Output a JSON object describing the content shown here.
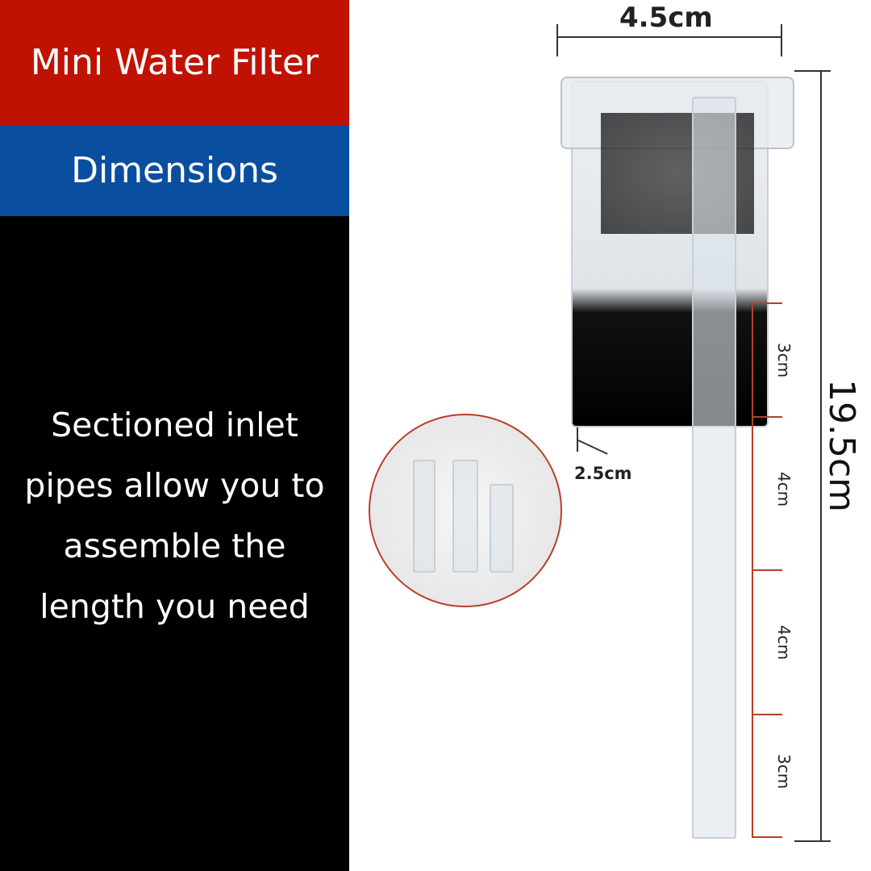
{
  "header": {
    "title": "Mini Water Filter",
    "subtitle": "Dimensions"
  },
  "description": "Sectioned inlet pipes allow you to assemble the length you need",
  "dimensions": {
    "width": "4.5cm",
    "depth": "2.5cm",
    "height": "19.5cm",
    "sections": [
      "3cm",
      "4cm",
      "4cm",
      "3cm"
    ]
  },
  "colors": {
    "header_red": "#c01200",
    "header_blue": "#0a4ea0",
    "accent_line": "#b5402a"
  }
}
